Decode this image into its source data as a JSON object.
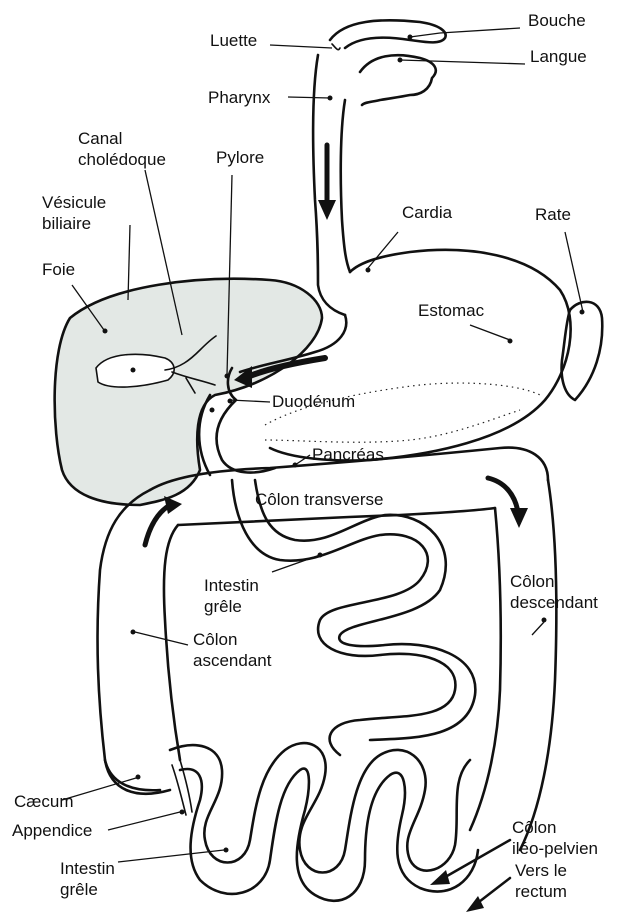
{
  "labels": {
    "bouche": "Bouche",
    "luette": "Luette",
    "langue": "Langue",
    "pharynx": "Pharynx",
    "canal_line1": "Canal",
    "canal_line2": "cholédoque",
    "pylore": "Pylore",
    "vesicule_line1": "Vésicule",
    "vesicule_line2": "biliaire",
    "cardia": "Cardia",
    "rate": "Rate",
    "foie": "Foie",
    "estomac": "Estomac",
    "duodenum": "Duodénum",
    "pancreas": "Pancréas",
    "colon_transverse": "Côlon transverse",
    "intestin_grele_1_line1": "Intestin",
    "intestin_grele_1_line2": "grêle",
    "colon_descendant_line1": "Côlon",
    "colon_descendant_line2": "descendant",
    "colon_ascendant_line1": "Côlon",
    "colon_ascendant_line2": "ascendant",
    "caecum": "Cæcum",
    "appendice": "Appendice",
    "colon_ileo_line1": "Côlon",
    "colon_ileo_line2": "iléo-pelvien",
    "intestin_grele_2_line1": "Intestin",
    "intestin_grele_2_line2": "grêle",
    "vers_rectum_line1": "Vers le",
    "vers_rectum_line2": "rectum"
  },
  "colors": {
    "liver_fill": "#e3e8e5",
    "stroke": "#111111"
  }
}
